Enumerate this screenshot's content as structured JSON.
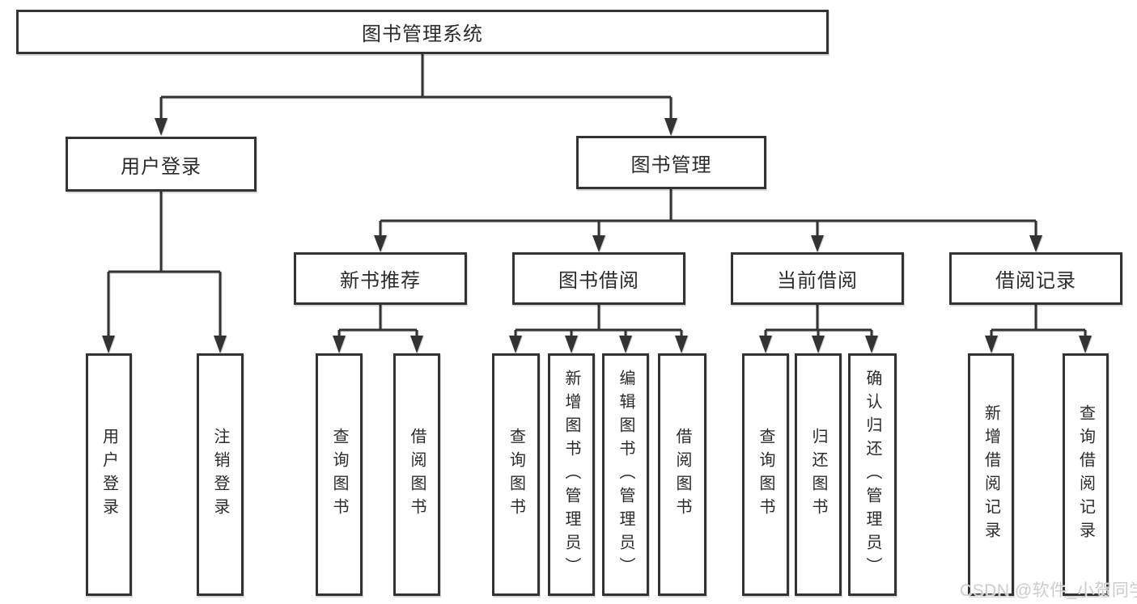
{
  "diagram": {
    "root": "图书管理系统",
    "level2": [
      "用户登录",
      "图书管理"
    ],
    "level3": [
      "新书推荐",
      "图书借阅",
      "当前借阅",
      "借阅记录"
    ],
    "user_children": [
      "用户登录",
      "注销登录"
    ],
    "newbook_children": [
      "查询图书",
      "借阅图书"
    ],
    "borrow_children": [
      "查询图书",
      "新增图书（管理员）",
      "编辑图书（管理员）",
      "借阅图书"
    ],
    "current_children": [
      "查询图书",
      "归还图书",
      "确认归还（管理员）"
    ],
    "record_children": [
      "新增借阅记录",
      "查询借阅记录"
    ],
    "watermark": "CSDN @软件_小贺同学",
    "colors": {
      "line": "#333333",
      "text": "#2b2b2b",
      "background": "#ffffff",
      "watermark": "#c8c8c8"
    }
  }
}
